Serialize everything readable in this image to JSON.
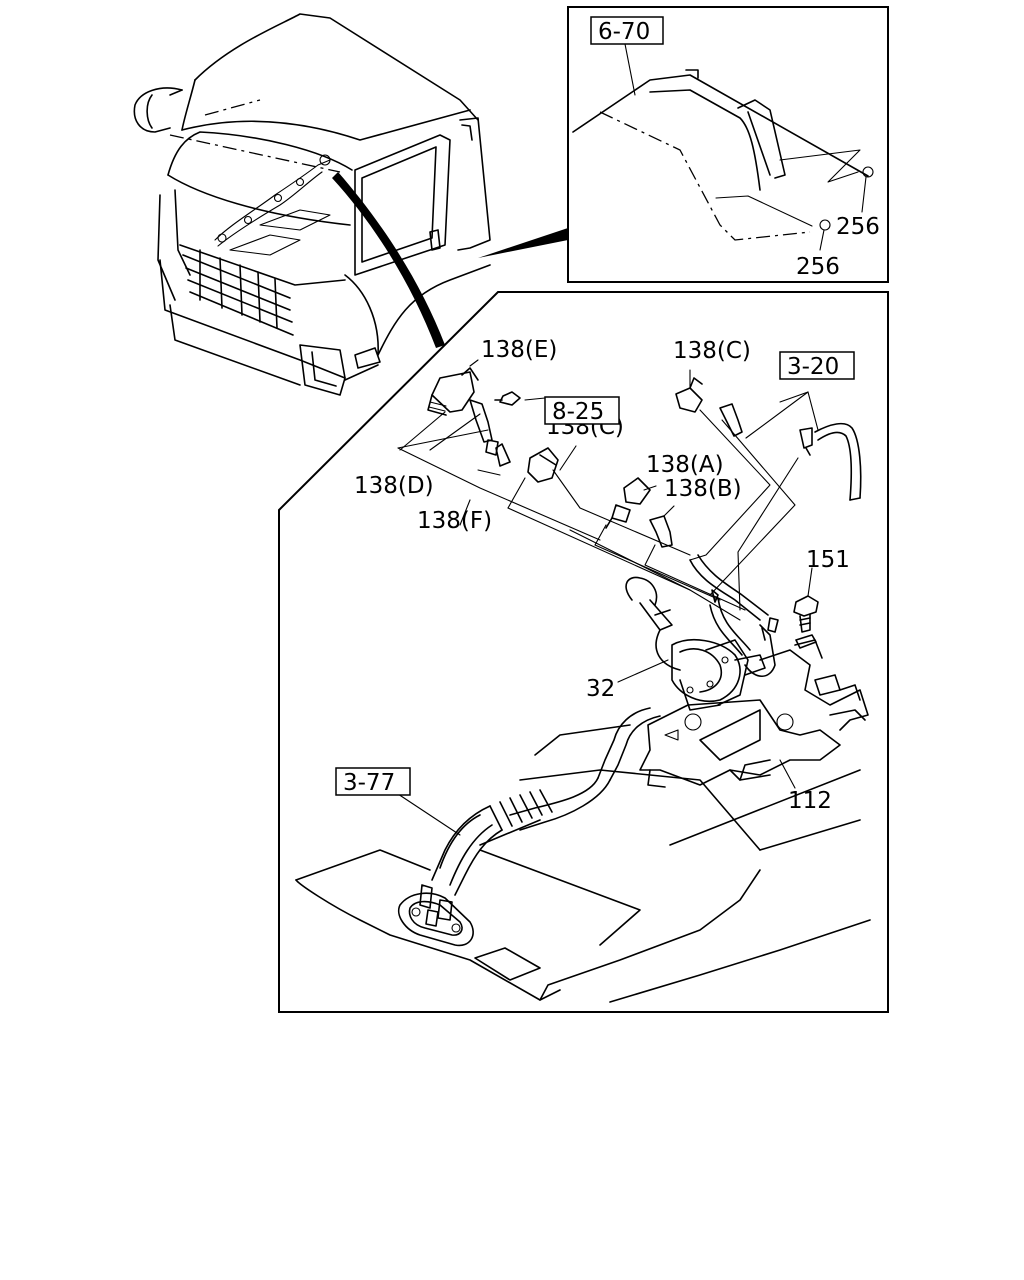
{
  "callouts": {
    "c256a": "256",
    "c256b": "256",
    "c138e": "138(E)",
    "c138c1": "138(C)",
    "c138c2": "138(C)",
    "c138d": "138(D)",
    "c138f": "138(F)",
    "c138a": "138(A)",
    "c138b": "138(B)",
    "c151": "151",
    "c32": "32",
    "c112": "112"
  },
  "references": {
    "r670": "6-70",
    "r825": "8-25",
    "r320": "3-20",
    "r377": "3-77"
  }
}
